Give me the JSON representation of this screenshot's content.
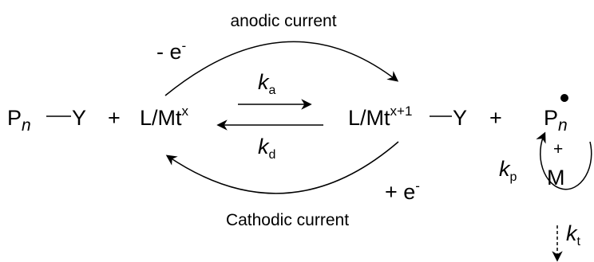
{
  "labels": {
    "anodic": "anodic current",
    "cathodic": "Cathodic current",
    "minus_e_symbol": "- e",
    "plus_e_symbol": "+ e",
    "electron_charge": "-",
    "plus": "+"
  },
  "species": {
    "dormant": {
      "polymer": "P",
      "chain_sub": "n",
      "cap": "Y"
    },
    "catalyst": {
      "ligand_metal": "L/Mt",
      "ox_state": "x"
    },
    "deactivator": {
      "ligand_metal": "L/Mt",
      "ox_state": "x+1",
      "cap": "Y"
    },
    "radical": {
      "polymer": "P",
      "chain_sub": "n",
      "dot": "•"
    },
    "monomer": "M"
  },
  "rates": {
    "activation": {
      "k": "k",
      "sub": "a"
    },
    "deactivation": {
      "k": "k",
      "sub": "d"
    },
    "propagation": {
      "k": "k",
      "sub": "p"
    },
    "termination": {
      "k": "k",
      "sub": "t"
    }
  }
}
